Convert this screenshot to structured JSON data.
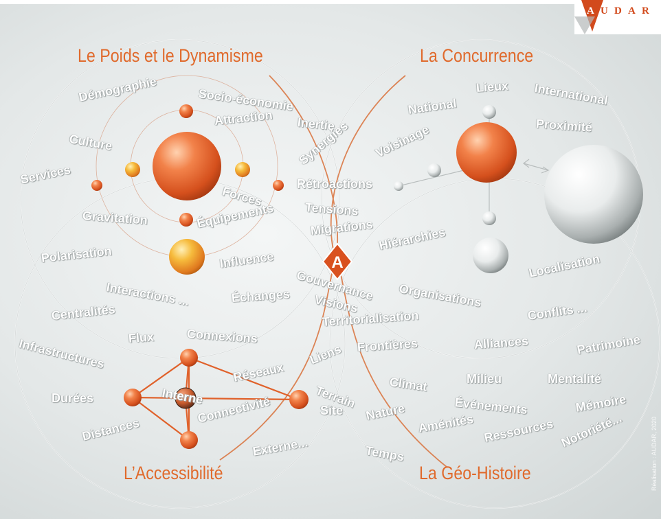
{
  "titles": {
    "poids": "Le Poids et le Dynamisme",
    "concurrence": "La Concurrence",
    "accessibilite": "L’Accessibilité",
    "geohistoire": "La Géo-Histoire"
  },
  "center_letter": "A",
  "logo": {
    "letters": [
      "A",
      "U",
      "D",
      "A",
      "R"
    ]
  },
  "credit": "Réalisation : AUDAR, 2020",
  "colors": {
    "orange": "#e06a2c",
    "keyword": "#ffffff",
    "line": "#d8692f"
  },
  "keywords": {
    "demographie": "Démographie",
    "socio": "Socio-économie",
    "inertie": "Inertie",
    "attraction": "Attraction",
    "culture": "Culture",
    "synergies": "Synergies",
    "services": "Services",
    "forces": "Forces",
    "retroactions": "Rétroactions",
    "gravitation": "Gravitation",
    "equipements": "Équipements",
    "tensions": "Tensions",
    "migrations": "Migrations",
    "polarisation": "Polarisation",
    "influence": "Influence",
    "gouvernance": "Gouvernance",
    "interactions": "Interactions ...",
    "echanges": "Échanges",
    "visions": "Visions",
    "centralites": "Centralités",
    "territorialisation": "Territorialisation",
    "flux": "Flux",
    "connexions": "Connexions",
    "infrastructures": "Infrastructures",
    "liens": "Liens",
    "reseaux": "Réseaux",
    "terrain": "Terrain",
    "durees": "Durées",
    "interne": "Interne",
    "site": "Site",
    "connectivite": "Connectivité",
    "distances": "Distances",
    "externe": "Externe...",
    "lieux": "Lieux",
    "international": "International",
    "national": "National",
    "proximite": "Proximité",
    "voisinage": "Voisinage",
    "hierarchies": "Hiérarchies",
    "localisation": "Localisation",
    "organisations": "Organisations",
    "conflits": "Conflits ...",
    "frontieres": "Frontières",
    "alliances": "Alliances",
    "patrimoine": "Patrimoine",
    "climat": "Climat",
    "milieu": "Milieu",
    "mentalite": "Mentalité",
    "evenements": "Événements",
    "memoire": "Mémoire",
    "nature": "Nature",
    "amenites": "Aménités",
    "ressources": "Ressources",
    "notoriete": "Notoriété...",
    "temps": "Temps"
  }
}
